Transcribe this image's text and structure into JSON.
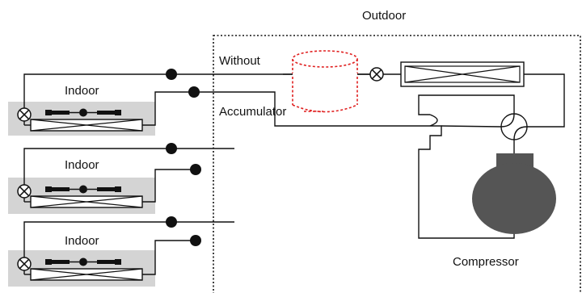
{
  "labels": {
    "outdoor": "Outdoor",
    "without": "Without",
    "accumulator": "Accumulator",
    "indoor_1": "Indoor",
    "indoor_2": "Indoor",
    "indoor_3": "Indoor",
    "compressor": "Compressor"
  },
  "colors": {
    "line": "#111111",
    "indoor_box": "#d4d4d4",
    "accumulator_dashed": "#e02020",
    "compressor_fill": "#555555"
  }
}
